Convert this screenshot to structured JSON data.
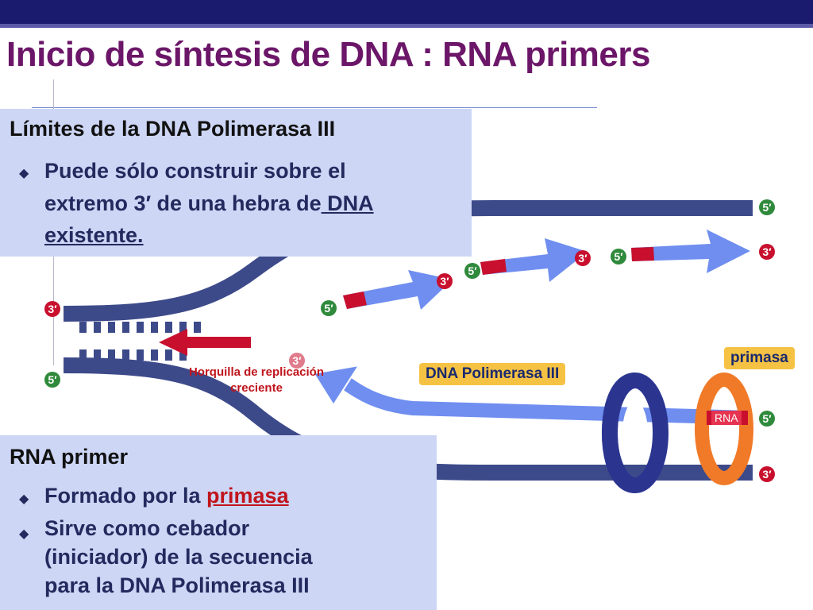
{
  "slide": {
    "title": "Inicio de síntesis de DNA : RNA primers"
  },
  "box1": {
    "heading": "Límites de la DNA Polimerasa III",
    "bullet_line1": "Puede sólo construir sobre el",
    "bullet_line2_pre": "extremo 3′ de una hebra de",
    "bullet_line2_link": " DNA",
    "bullet_line3": "existente."
  },
  "box2": {
    "heading": "RNA primer",
    "bullet1_pre": "Formado por la ",
    "bullet1_link": "primasa",
    "bullet2_line1": "Sirve como cebador",
    "bullet2_line2": "(iniciador) de la secuencia",
    "bullet2_line3": "para la DNA Polimerasa III"
  },
  "diagram": {
    "label_polimerasa": "DNA Polimerasa III",
    "label_primasa": "primasa",
    "label_rna": "RNA",
    "fork_line1": "Horquilla de replicación",
    "fork_line2": "creciente",
    "end_5": "5′",
    "end_3": "3′"
  },
  "colors": {
    "title": "#6b1668",
    "dark_strand": "#3d4a8a",
    "light_strand": "#6f8ef0",
    "primer_red": "#c8102e",
    "badge_green": "#2f8a3c",
    "polymerase_navy": "#2b3590",
    "primase_orange": "#f07a28",
    "box_bg": "#cdd6f5"
  }
}
